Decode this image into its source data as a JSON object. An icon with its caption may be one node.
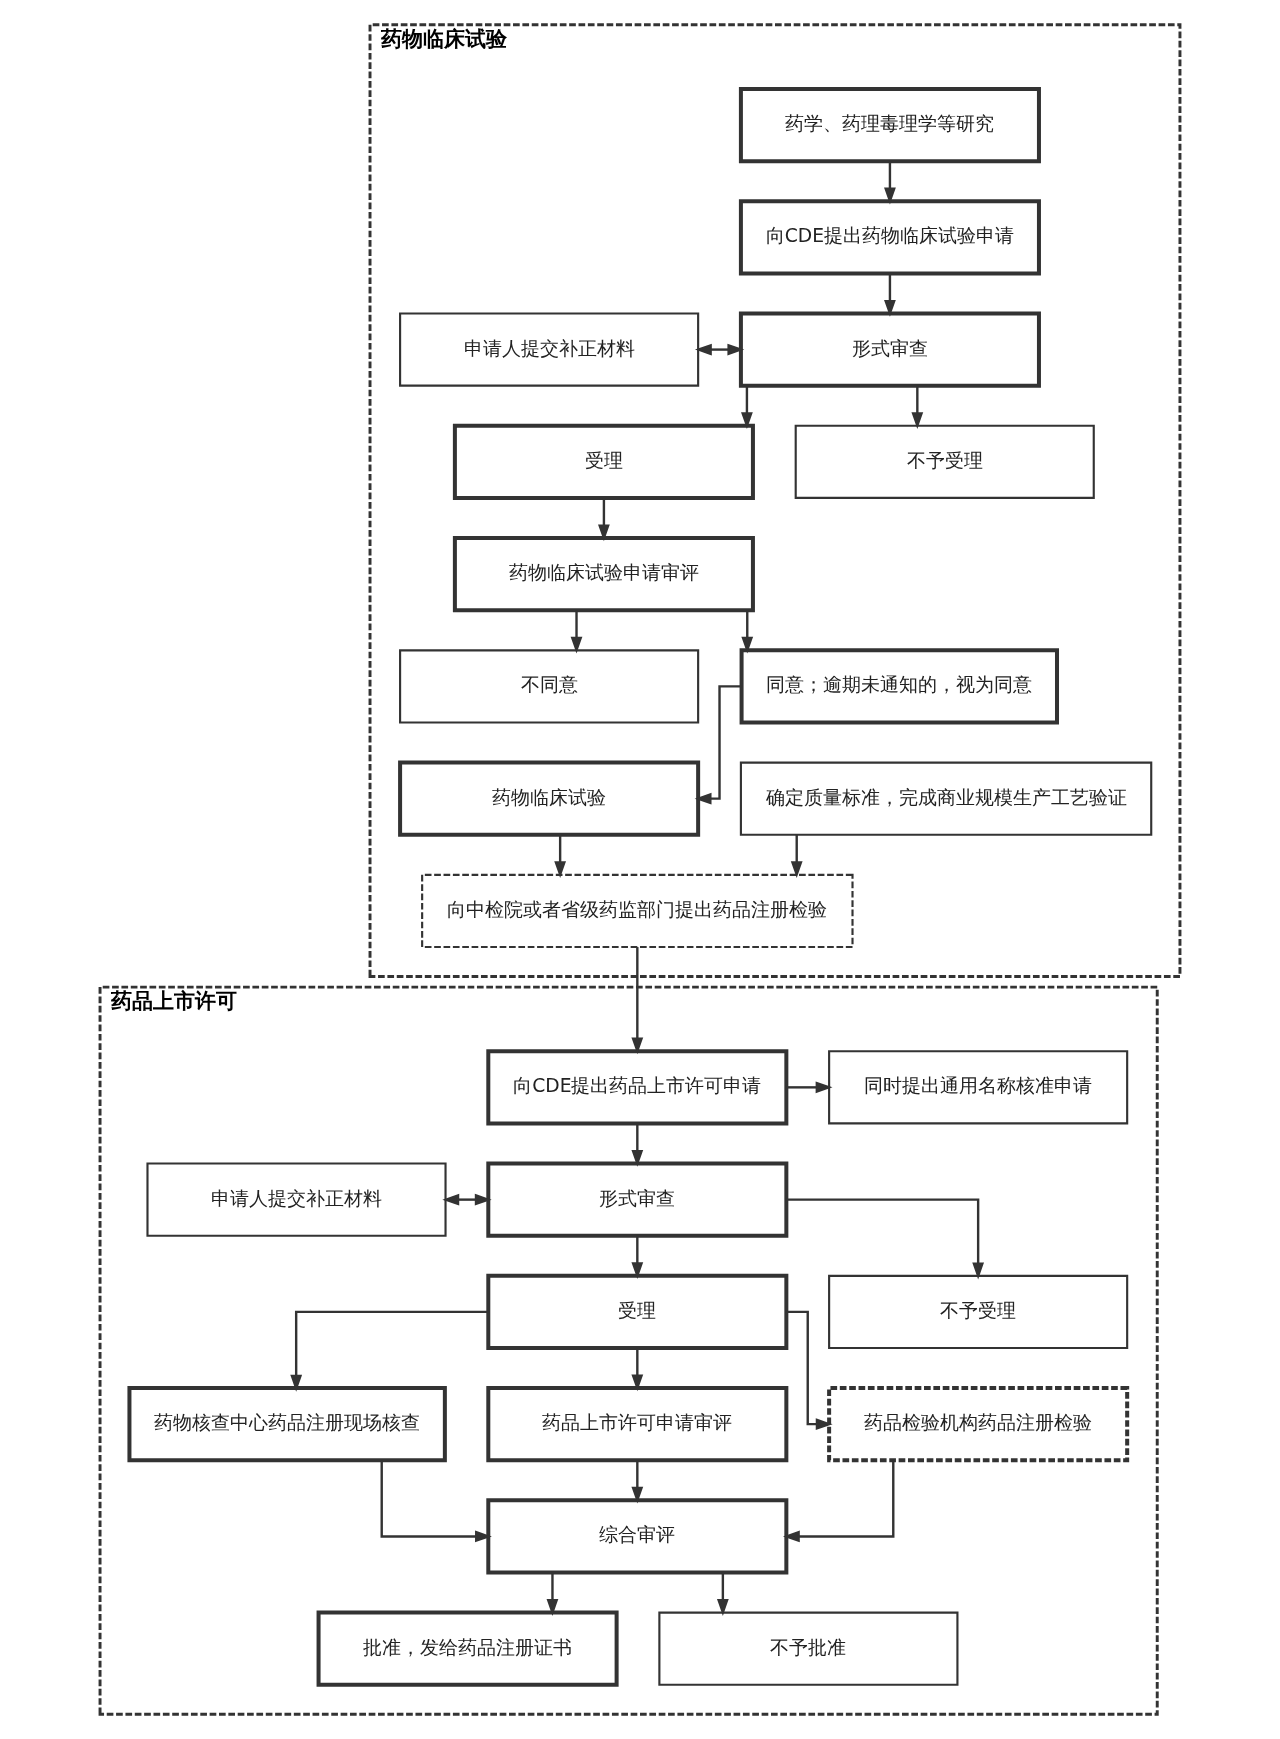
{
  "diagram": {
    "nodes": [
      {
        "text": [
          "药物临床试验"
        ]
      },
      {
        "text": [
          "药学、药理毒理学等研究"
        ],
        "in": 0
      },
      {
        "text": [
          "向CDE提出药物临床试验申请"
        ],
        "in": 0
      },
      {
        "text": [
          "申请人提交补正材料"
        ],
        "in": 0
      },
      {
        "text": [
          "形式审查"
        ],
        "in": 0
      },
      {
        "text": [
          "受理"
        ],
        "in": 0
      },
      {
        "text": [
          "不予受理"
        ],
        "in": 0
      },
      {
        "text": [
          "药物临床试验申请审评"
        ],
        "in": 0
      },
      {
        "text": [
          "不同意"
        ],
        "in": 0
      },
      {
        "text": [
          "同意；逾期未通知的，视为同意"
        ],
        "in": 0
      },
      {
        "text": [
          "药物临床试验"
        ],
        "in": 0
      },
      {
        "text": [
          "确定质量标准，完成商业规模生产工艺验证"
        ],
        "in": 0
      },
      {
        "text": [
          "向中检院或者省级药监部门提出药品注册检验"
        ],
        "in": 0
      },
      {
        "text": [
          "药品上市许可"
        ]
      },
      {
        "text": [
          "同时提出通用名称核准申请"
        ],
        "in": 13
      },
      {
        "text": [
          "向CDE提出药品上市许可申请"
        ],
        "in": 13
      },
      {
        "text": [
          "申请人提交补正材料"
        ],
        "in": 13
      },
      {
        "text": [
          "形式审查"
        ],
        "in": 13
      },
      {
        "text": [
          "受理"
        ],
        "in": 13
      },
      {
        "text": [
          "不予受理"
        ],
        "in": 13
      },
      {
        "text": [
          "药物核查中心药品注册现场核查"
        ],
        "in": 13
      },
      {
        "text": [
          "药品上市许可申请审评"
        ],
        "in": 13
      },
      {
        "text": [
          "药品检验机构药品注册检验"
        ],
        "in": 13
      },
      {
        "text": [
          "综合审评"
        ],
        "in": 13
      },
      {
        "text": [
          "批准，发给药品注册证书"
        ],
        "in": 13
      },
      {
        "text": [
          "不予批准"
        ],
        "in": 13
      }
    ],
    "edges": [
      {
        "from": 1,
        "to": 2,
        "arrow": "to"
      },
      {
        "from": 2,
        "to": 4,
        "arrow": "to"
      },
      {
        "from": 3,
        "to": 4,
        "arrow": "both"
      },
      {
        "from": 4,
        "to": 5,
        "arrow": "to"
      },
      {
        "from": 4,
        "to": 6,
        "arrow": "to"
      },
      {
        "from": 5,
        "to": 7,
        "arrow": "to"
      },
      {
        "from": 7,
        "to": 8,
        "arrow": "to"
      },
      {
        "from": 7,
        "to": 9,
        "arrow": "to"
      },
      {
        "from": 9,
        "to": 10,
        "arrow": "to"
      },
      {
        "from": 10,
        "to": 12,
        "arrow": "to"
      },
      {
        "from": 11,
        "to": 12,
        "arrow": "to"
      },
      {
        "from": 12,
        "to": 15,
        "arrow": "to"
      },
      {
        "from": 15,
        "to": 14,
        "arrow": "to"
      },
      {
        "from": 15,
        "to": 17,
        "arrow": "to"
      },
      {
        "from": 16,
        "to": 17,
        "arrow": "both"
      },
      {
        "from": 17,
        "to": 18,
        "arrow": "to"
      },
      {
        "from": 17,
        "to": 19,
        "arrow": "to"
      },
      {
        "from": 18,
        "to": 20,
        "arrow": "to"
      },
      {
        "from": 18,
        "to": 21,
        "arrow": "to"
      },
      {
        "from": 18,
        "to": 22,
        "arrow": "to"
      },
      {
        "from": 20,
        "to": 23,
        "arrow": "to"
      },
      {
        "from": 21,
        "to": 23,
        "arrow": "to"
      },
      {
        "from": 22,
        "to": 23,
        "arrow": "to"
      },
      {
        "from": 23,
        "to": 24,
        "arrow": "to"
      },
      {
        "from": 23,
        "to": 25,
        "arrow": "to"
      }
    ]
  }
}
